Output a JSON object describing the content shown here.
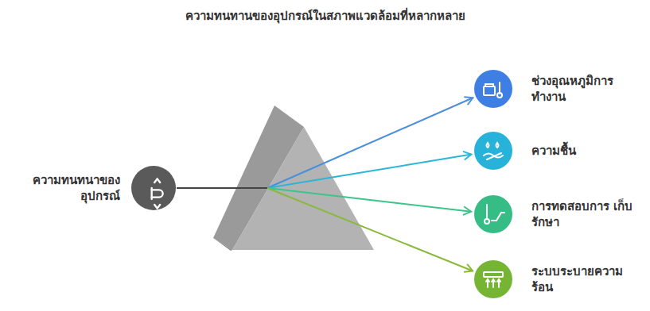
{
  "diagram": {
    "title": "ความทนทานของอุปกรณ์ในสภาพแวดล้อมที่หลากหลาย",
    "nodes": [
      {
        "text": [
          "ความทนทนาของ อุปกรณ์"
        ]
      },
      {
        "text": [
          "ช่วงอุณหภูมิการ ทำงาน"
        ]
      },
      {
        "text": [
          "ความชื้น"
        ]
      },
      {
        "text": [
          "การทดสอบการ เก็บรักษา"
        ]
      },
      {
        "text": [
          "ระบบระบายความ ร้อน"
        ]
      }
    ],
    "edges": [
      {
        "from": 0,
        "to": 1,
        "arrow": "to"
      },
      {
        "from": 0,
        "to": 2,
        "arrow": "to"
      },
      {
        "from": 0,
        "to": 3,
        "arrow": "to"
      },
      {
        "from": 0,
        "to": 4,
        "arrow": "to"
      }
    ]
  }
}
